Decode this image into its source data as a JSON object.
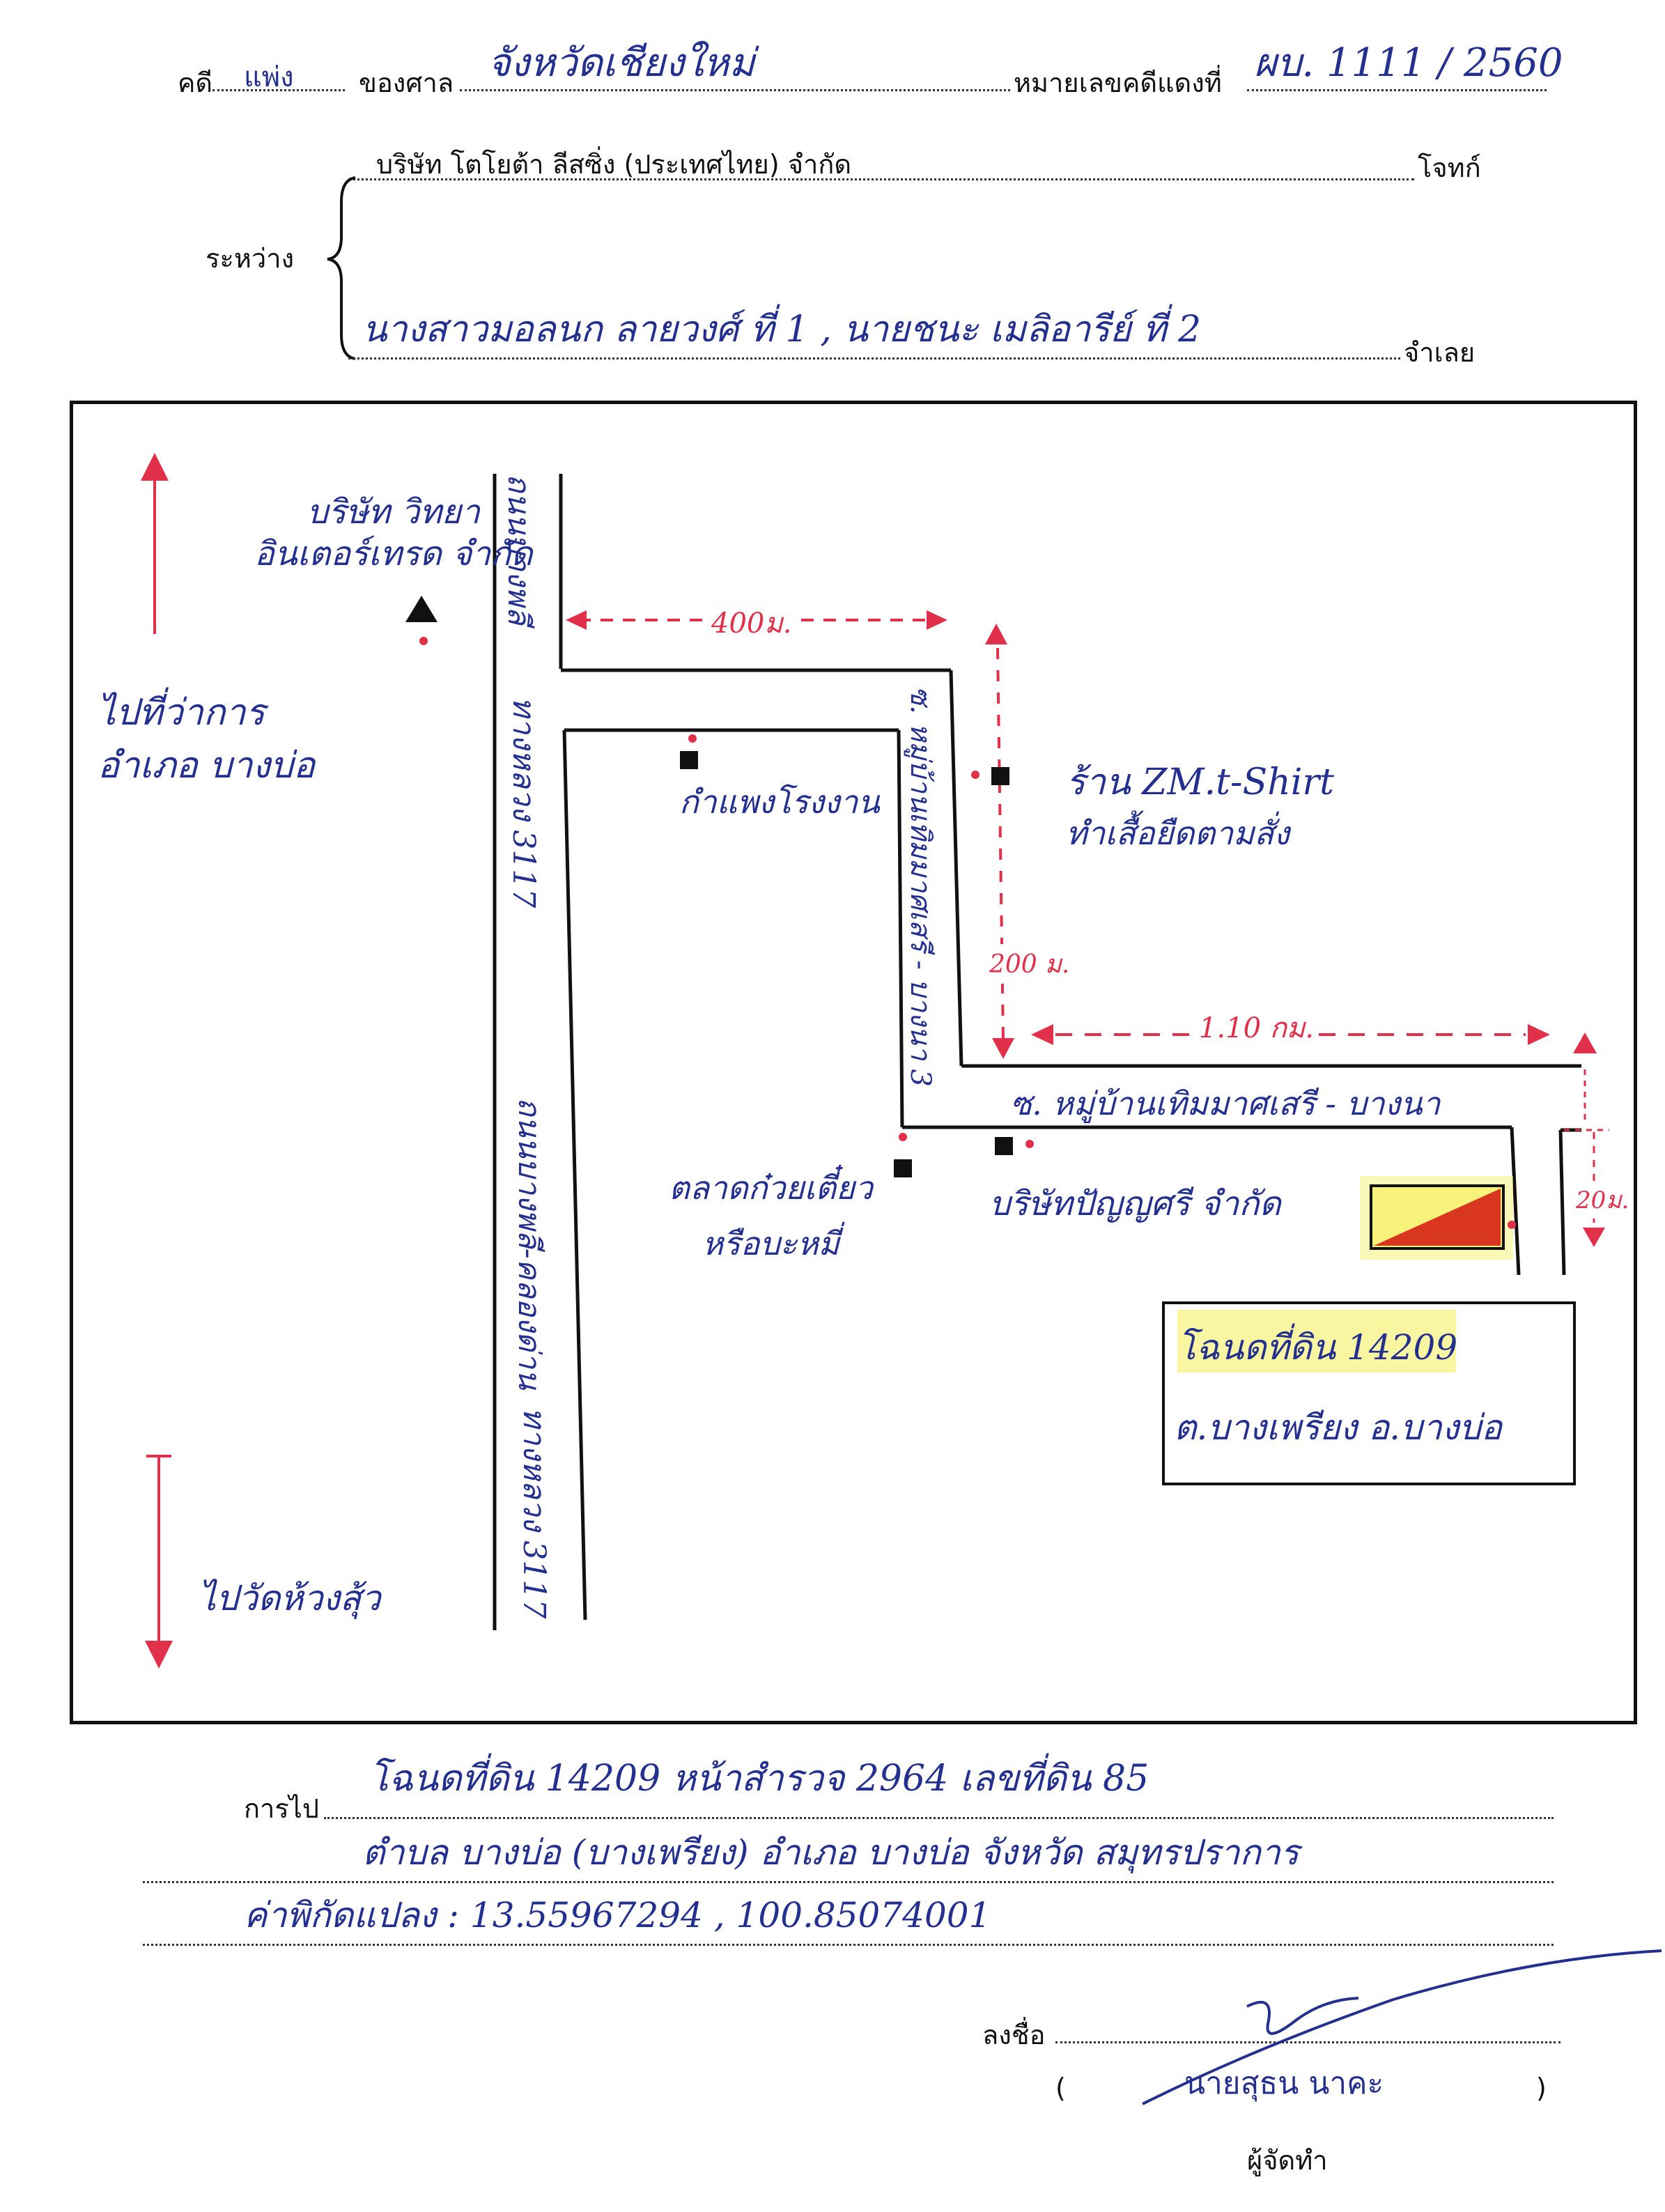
{
  "header": {
    "case_label": "คดี",
    "case_type": "แพ่ง",
    "court_label": "ของศาล",
    "court_name": "จังหวัดเชียงใหม่",
    "red_case_label": "หมายเลขคดีแดงที่",
    "red_case_number": "ผบ. 1111 / 2560"
  },
  "parties": {
    "plaintiff_name": "บริษัท โตโยต้า ลีสซิ่ง (ประเทศไทย) จำกัด",
    "plaintiff_label": "โจทก์",
    "between_label": "ระหว่าง",
    "defendants": "นางสาวมอลนก ลายวงศ์ ที่ 1 , นายชนะ เมลิอารีย์ ที่ 2",
    "defendant_label": "จำเลย"
  },
  "map": {
    "company_vitaya": "บริษัท วิทยา\nอินเตอร์เทรด จำกัด",
    "to_phraksa": "ไปที่ว่าการ\nอำเภอ บางบ่อ",
    "to_wat": "ไปวัดห้วงสุ้ว",
    "road_left_top": "ถนนบางพลี",
    "road_3117_top": "ทางหลวง 3117",
    "road_left_bottom": "ถนนบางพลี-คลองด่าน",
    "road_3117_bottom": "ทางหลวง 3117",
    "dist_400": "400ม.",
    "kamphaeng": "กำแพงโรงงาน",
    "shop_name": "ร้าน ZM.t-Shirt",
    "shop_desc": "ทำเสื้อยืดตามสั่ง",
    "dist_200": "200 ม.",
    "dist_110": "1.10 กม.",
    "soi_vertical": "ซ. หมู่บ้านเทิมมาศเสรี - บางนา 3",
    "soi_horizontal": "ซ. หมู่บ้านเทิมมาศเสรี - บางนา",
    "dist_20": "20ม.",
    "market": "ตลาดก๋วยเตี๋ยว\nหรือบะหมี่",
    "company_punyasri": "บริษัทปัญญศรี จำกัด",
    "deed_line1": "โฉนดที่ดิน 14209",
    "deed_line2": "ต.บางเพรียง   อ.บางบ่อ"
  },
  "directions": {
    "label": "การไป",
    "line1": "โฉนดที่ดิน 14209 หน้าสำรวจ 2964 เลขที่ดิน 85",
    "line2": "ตำบล บางบ่อ (บางเพรียง) อำเภอ บางบ่อ จังหวัด สมุทรปราการ",
    "line3": "ค่าพิกัดแปลง : 13.55967294 , 100.85074001"
  },
  "signature": {
    "sign_label": "ลงชื่อ",
    "open_paren": "(",
    "name": "นายสุธน นาคะ",
    "close_paren": ")",
    "role": "ผู้จัดทำ"
  },
  "colors": {
    "ink_blue": "#24308f",
    "ink_red": "#e0304a",
    "highlight": "#f6f27a",
    "parcel_red": "#d9361f"
  }
}
